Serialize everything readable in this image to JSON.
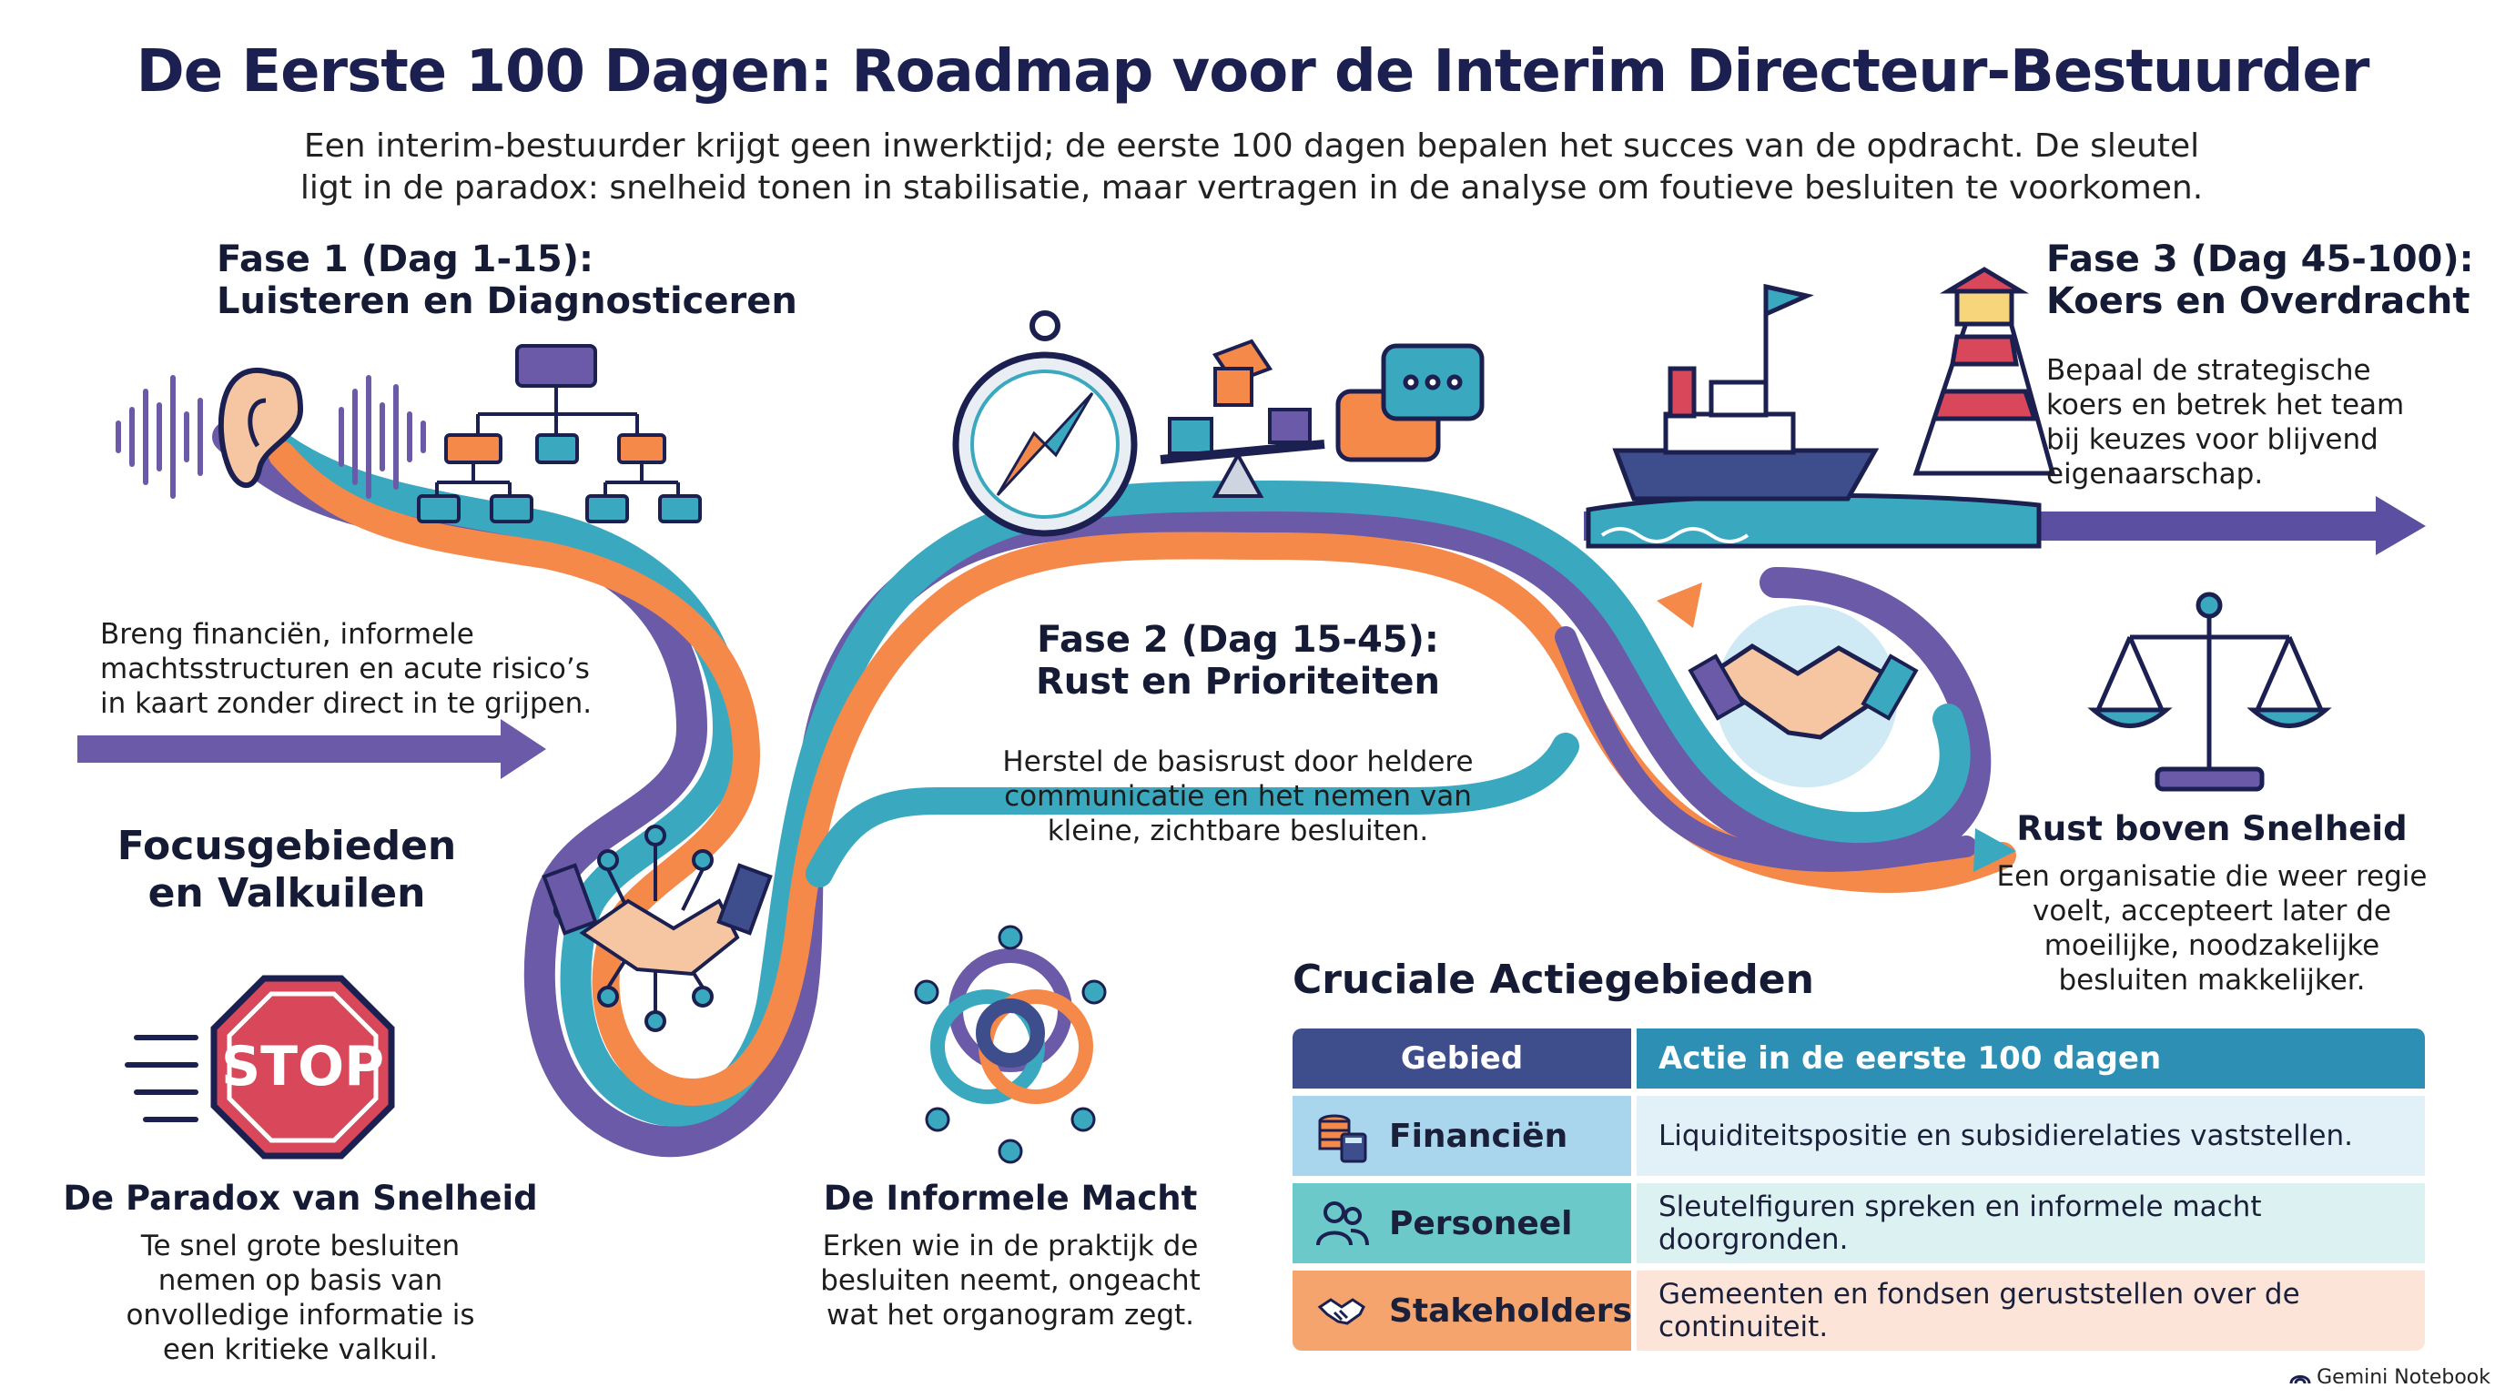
{
  "title": "De Eerste 100 Dagen: Roadmap voor de Interim Directeur-Bestuurder",
  "subtitle": "Een interim-bestuurder krijgt geen inwerktijd; de eerste 100 dagen bepalen het succes van de opdracht. De sleutel ligt in de paradox: snelheid tonen in stabilisatie, maar vertragen in de analyse om foutieve besluiten te voorkomen.",
  "phases": {
    "phase1": {
      "title_line1": "Fase 1 (Dag 1-15):",
      "title_line2": "Luisteren en Diagnosticeren",
      "text": "Breng financiën, informele machtsstructuren en acute risico’s in kaart zonder direct in te grijpen."
    },
    "phase2": {
      "title_line1": "Fase 2 (Dag 15-45):",
      "title_line2": "Rust en Prioriteiten",
      "text": "Herstel de basisrust door heldere communicatie en het nemen van kleine, zichtbare besluiten."
    },
    "phase3": {
      "title_line1": "Fase 3 (Dag 45-100):",
      "title_line2": "Koers en Overdracht",
      "text": "Bepaal de strategische koers en betrek het team bij keuzes voor blijvend eigenaarschap."
    }
  },
  "focus": {
    "heading_line1": "Focusgebieden",
    "heading_line2": "en Valkuilen",
    "stop_sign_text": "STOP",
    "paradox": {
      "title": "De Paradox van Snelheid",
      "text": "Te snel grote besluiten nemen op basis van onvolledige informatie is een kritieke valkuil."
    },
    "informal": {
      "title": "De Informele Macht",
      "text": "Erken wie in de praktijk de besluiten neemt, ongeacht wat het organogram zegt."
    },
    "rest": {
      "title": "Rust boven Snelheid",
      "text": "Een organisatie die weer regie voelt, accepteert later de moeilijke, noodzakelijke besluiten makkelijker."
    }
  },
  "table": {
    "heading": "Cruciale Actiegebieden",
    "col1": "Gebied",
    "col2": "Actie in de eerste 100 dagen",
    "rows": [
      {
        "area": "Financiën",
        "action": "Liquiditeitspositie en subsidierelaties vaststellen.",
        "icon": "coins-calculator-icon"
      },
      {
        "area": "Personeel",
        "action": "Sleutelfiguren spreken en informele macht doorgronden.",
        "icon": "people-icon"
      },
      {
        "area": "Stakeholders",
        "action": "Gemeenten en fondsen geruststellen over de continuiteit.",
        "icon": "handshake-icon"
      }
    ]
  },
  "brand": "Gemini Notebook",
  "colors": {
    "navy": "#1b2050",
    "purple": "#6a5aa8",
    "teal": "#3aa9c0",
    "orange": "#f4894a",
    "red_stop": "#d9475a"
  }
}
